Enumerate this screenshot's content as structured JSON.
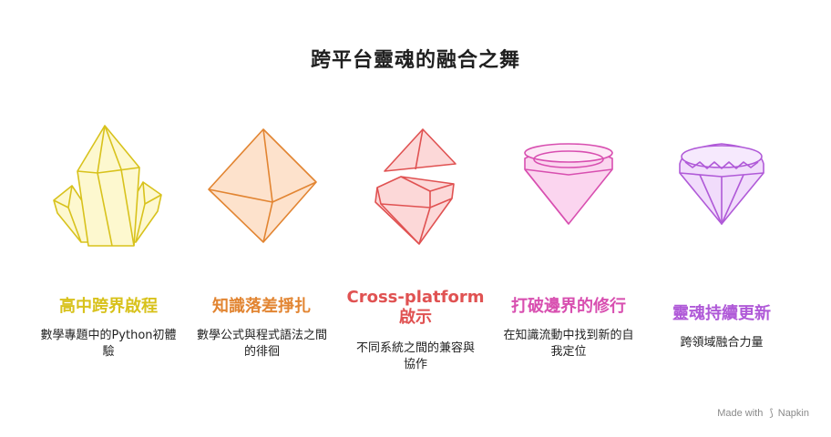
{
  "title": "跨平台靈魂的融合之舞",
  "steps": [
    {
      "heading": "高中跨界啟程",
      "description": "數學專題中的Python初體驗",
      "color": "#d8c21c",
      "fill": "#fdf8cf",
      "icon": "crystal-cluster-icon"
    },
    {
      "heading": "知識落差掙扎",
      "description": "數學公式與程式語法之間的徘徊",
      "color": "#e28532",
      "fill": "#fde2cc",
      "icon": "octahedron-icon"
    },
    {
      "heading": "Cross-platform 啟示",
      "description": "不同系統之間的兼容與協作",
      "color": "#e05252",
      "fill": "#fcd8d8",
      "icon": "split-gem-icon"
    },
    {
      "heading": "打破邊界的修行",
      "description": "在知識流動中找到新的自我定位",
      "color": "#d84fb0",
      "fill": "#fbd5ef",
      "icon": "round-gem-icon"
    },
    {
      "heading": "靈魂持續更新",
      "description": "跨領域融合力量",
      "color": "#b05ad8",
      "fill": "#f1dcfb",
      "icon": "brilliant-diamond-icon"
    }
  ],
  "footer": {
    "made_with": "Made with",
    "brand": "Napkin"
  }
}
